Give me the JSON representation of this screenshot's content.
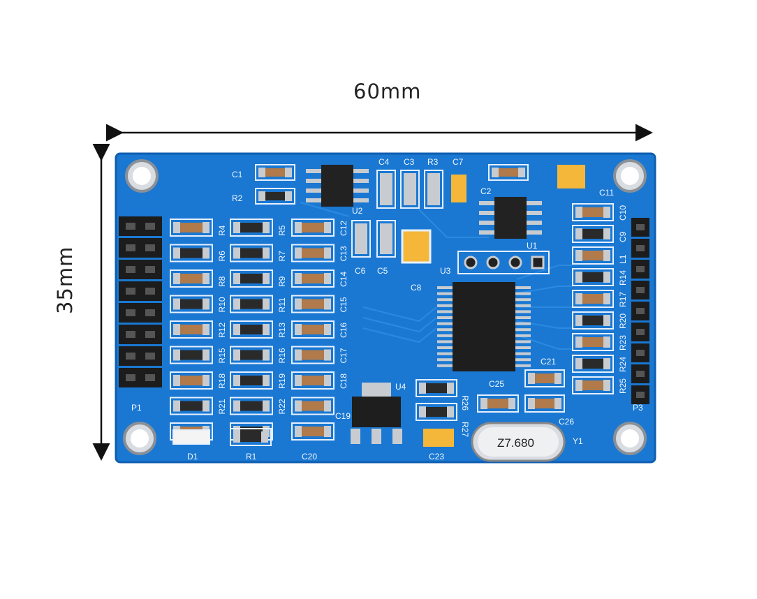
{
  "dimensions": {
    "width_label": "60mm",
    "height_label": "35mm"
  },
  "board": {
    "color": "#1a78d2",
    "crystal_marking": "Z7.680",
    "silkscreen": {
      "p1": "P1",
      "p3": "P3",
      "d1": "D1",
      "r1": "R1",
      "c20": "C20",
      "c1": "C1",
      "r2": "R2",
      "u2": "U2",
      "c4": "C4",
      "c3": "C3",
      "r3": "R3",
      "c7": "C7",
      "c2": "C2",
      "c11": "C11",
      "u1": "U1",
      "c6": "C6",
      "c5": "C5",
      "c8": "C8",
      "u3": "U3",
      "u4": "U4",
      "c19": "C19",
      "c23": "C23",
      "c25": "C25",
      "c21": "C21",
      "c26": "C26",
      "y1": "Y1",
      "r26": "R26",
      "r27": "R27",
      "col1": [
        "R4",
        "R6",
        "R8",
        "R10",
        "R12",
        "R15",
        "R18",
        "R21"
      ],
      "col2": [
        "R5",
        "R7",
        "R9",
        "R11",
        "R13",
        "R16",
        "R19",
        "R22"
      ],
      "col3": [
        "C12",
        "C13",
        "C14",
        "C15",
        "C16",
        "C17",
        "C18"
      ],
      "right": [
        "C10",
        "C9",
        "L1",
        "R14",
        "R17",
        "R20",
        "R23",
        "R24",
        "R25"
      ]
    }
  }
}
